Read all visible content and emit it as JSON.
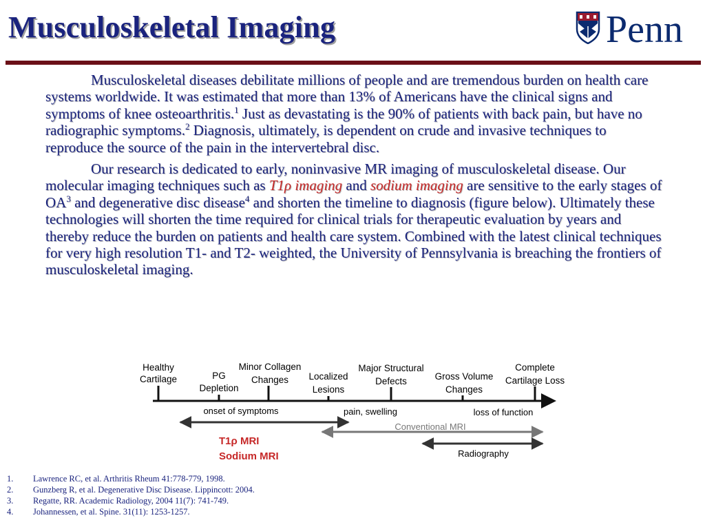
{
  "title": "Musculoskeletal Imaging",
  "logo_text": "Penn",
  "paragraph1": {
    "part1": "Musculoskeletal diseases debilitate millions of people and are tremendous burden on health care systems worldwide. It was estimated that more than 13% of Americans have the clinical signs and symptoms of knee osteoarthritis.",
    "sup1": "1",
    "part2": " Just as devastating is the 90% of patients with back pain, but have no radiographic symptoms.",
    "sup2": "2",
    "part3": " Diagnosis, ultimately, is dependent on crude and invasive techniques to reproduce the source of the pain in the intervertebral disc."
  },
  "paragraph2": {
    "part1": "Our research is dedicated to early, noninvasive MR imaging of musculoskeletal disease. Our molecular imaging techniques such as ",
    "highlight1": "T1ρ imaging",
    "part2": " and ",
    "highlight2": "sodium imaging",
    "part3": " are sensitive to the early stages of OA",
    "sup3": "3",
    "part4": " and degenerative disc disease",
    "sup4": "4",
    "part5": " and shorten the timeline to diagnosis (figure below). Ultimately these technologies will shorten the time required for clinical trials for therapeutic evaluation by years and thereby reduce the burden on patients and health care system. Combined with the latest clinical techniques for very high resolution T1- and T2- weighted, the University of Pennsylvania is breaching the frontiers of musculoskeletal imaging."
  },
  "diagram": {
    "stages": [
      {
        "line1": "Healthy",
        "line2": "Cartilage"
      },
      {
        "line1": "PG",
        "line2": "Depletion"
      },
      {
        "line1": "Minor Collagen",
        "line2": "Changes"
      },
      {
        "line1": "Localized",
        "line2": "Lesions"
      },
      {
        "line1": "Major Structural",
        "line2": "Defects"
      },
      {
        "line1": "Gross Volume",
        "line2": "Changes"
      },
      {
        "line1": "Complete",
        "line2": "Cartilage Loss"
      }
    ],
    "onset": "onset of symptoms",
    "pain": "pain, swelling",
    "loss": "loss of function",
    "conventional_mri": "Conventional MRI",
    "radiography": "Radiography",
    "t1rho_mri": "T1ρ MRI",
    "sodium_mri": "Sodium MRI"
  },
  "references": [
    {
      "num": "1.",
      "text": "Lawrence RC, et al. Arthritis Rheum 41:778-779, 1998."
    },
    {
      "num": "2.",
      "text": "Gunzberg R, et al. Degenerative Disc Disease. Lippincott: 2004."
    },
    {
      "num": "3.",
      "text": "Regatte, RR. Academic Radiology, 2004 11(7): 741-749."
    },
    {
      "num": "4.",
      "text": "Johannessen, et al. Spine. 31(11): 1253-1257."
    }
  ],
  "colors": {
    "title": "#1a237e",
    "rule": "#6b1018",
    "highlight": "#c62828",
    "penn_blue": "#0b2a6f",
    "penn_red": "#9b1b30"
  }
}
